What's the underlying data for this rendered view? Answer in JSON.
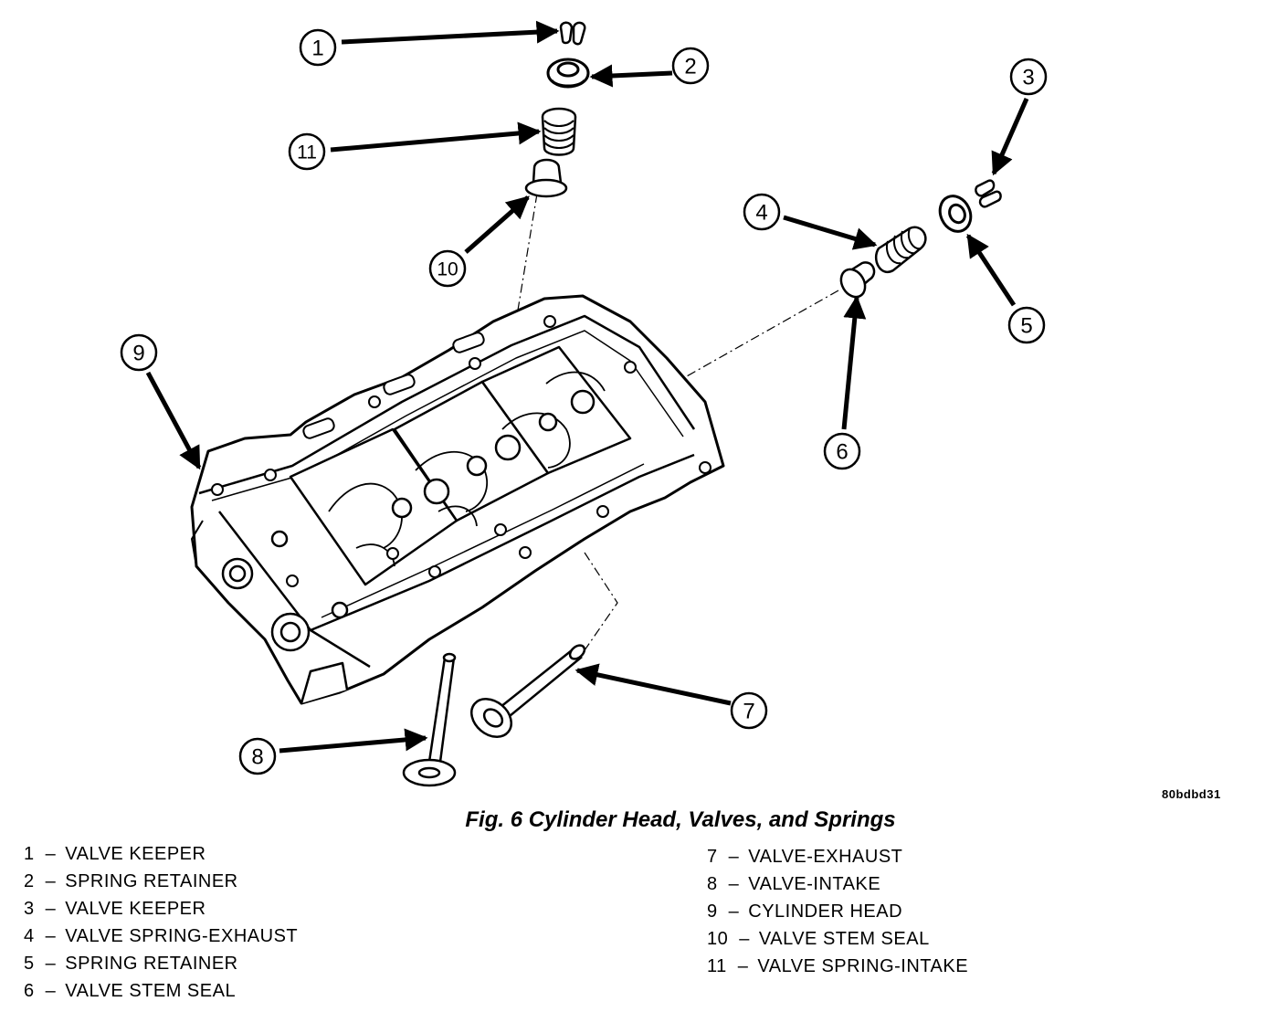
{
  "figure": {
    "code": "80bdbd31",
    "caption": "Fig. 6 Cylinder Head, Valves, and Springs"
  },
  "callouts": [
    "1",
    "2",
    "3",
    "4",
    "5",
    "6",
    "7",
    "8",
    "9",
    "10",
    "11"
  ],
  "legend": {
    "left": [
      {
        "num": "1",
        "label": "VALVE KEEPER"
      },
      {
        "num": "2",
        "label": "SPRING RETAINER"
      },
      {
        "num": "3",
        "label": "VALVE KEEPER"
      },
      {
        "num": "4",
        "label": "VALVE SPRING-EXHAUST"
      },
      {
        "num": "5",
        "label": "SPRING RETAINER"
      },
      {
        "num": "6",
        "label": "VALVE STEM SEAL"
      }
    ],
    "right": [
      {
        "num": "7",
        "label": "VALVE-EXHAUST"
      },
      {
        "num": "8",
        "label": "VALVE-INTAKE"
      },
      {
        "num": "9",
        "label": "CYLINDER HEAD"
      },
      {
        "num": "10",
        "label": "VALVE STEM SEAL"
      },
      {
        "num": "11",
        "label": "VALVE SPRING-INTAKE"
      }
    ]
  }
}
